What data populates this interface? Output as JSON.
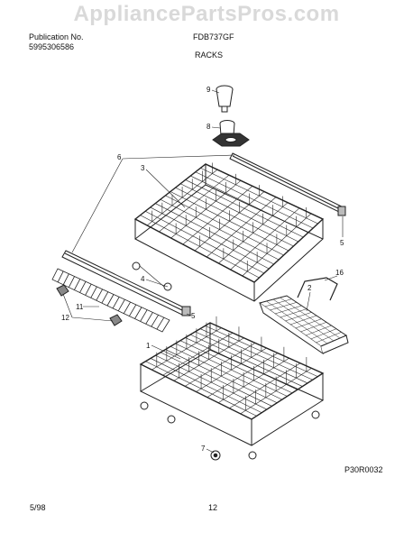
{
  "watermark": "AppliancePartsPros.com",
  "header": {
    "publication_label": "Publication No.",
    "publication_number": "5995306586",
    "model": "FDB737GF",
    "section_title": "RACKS"
  },
  "diagram": {
    "code": "P30R0032",
    "callouts": [
      "9",
      "8",
      "6",
      "3",
      "5",
      "16",
      "4",
      "2",
      "11",
      "12",
      "5",
      "1",
      "7"
    ]
  },
  "footer": {
    "date": "5/98",
    "page": "12"
  }
}
